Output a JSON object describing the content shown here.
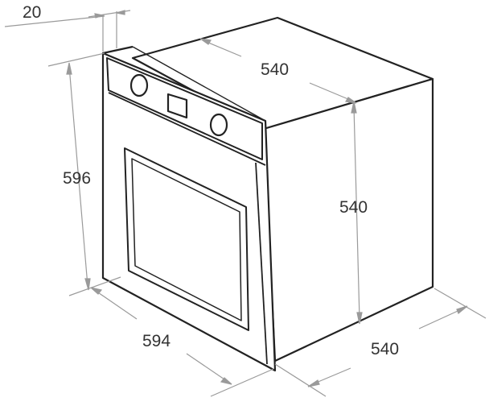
{
  "colors": {
    "outline": "#222222",
    "dimension": "#9a9a9a",
    "label": "#333333",
    "background": "#ffffff"
  },
  "dimensions": {
    "front_thickness": "20",
    "top_depth": "540",
    "body_height": "540",
    "total_height": "596",
    "front_width": "594",
    "bottom_depth": "540"
  }
}
